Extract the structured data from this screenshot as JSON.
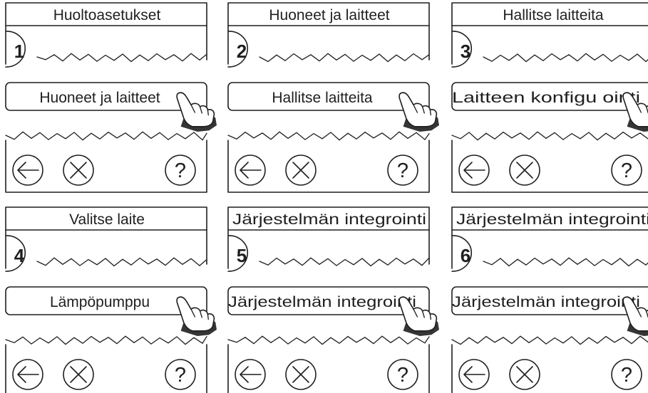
{
  "steps": [
    {
      "number": "1",
      "header": "Huoltoasetukset",
      "menu_item": "Huoneet ja laitteet"
    },
    {
      "number": "2",
      "header": "Huoneet ja laitteet",
      "menu_item": "Hallitse laitteita"
    },
    {
      "number": "3",
      "header": "Hallitse laitteita",
      "menu_item": "Laitteen konfigu ointi"
    },
    {
      "number": "4",
      "header": "Valitse laite",
      "menu_item": "Lämpöpumppu"
    },
    {
      "number": "5",
      "header": "Järjestelmän integrointi",
      "menu_item": "Järjestelmän integrointi"
    },
    {
      "number": "6",
      "header": "Järjestelmän integrointi",
      "menu_item": "Järjestelmän integrointi"
    }
  ],
  "footer": {
    "help_glyph": "?"
  },
  "icons": {
    "back": "back-arrow-icon",
    "close": "close-x-icon",
    "help": "help-icon",
    "pointer": "pointing-hand-icon"
  },
  "colors": {
    "ink": "#1f1f1f",
    "background": "#ffffff"
  }
}
